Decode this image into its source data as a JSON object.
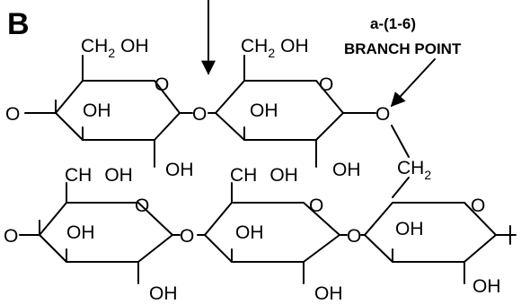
{
  "panel_label": "B",
  "annotation": {
    "linkage": "a-(1-6)",
    "caption": "BRANCH POINT"
  },
  "atoms": {
    "oxygen": "O",
    "hydroxyl": "OH",
    "carbon": "C",
    "hydrogen": "H",
    "subscript_two": "2"
  }
}
